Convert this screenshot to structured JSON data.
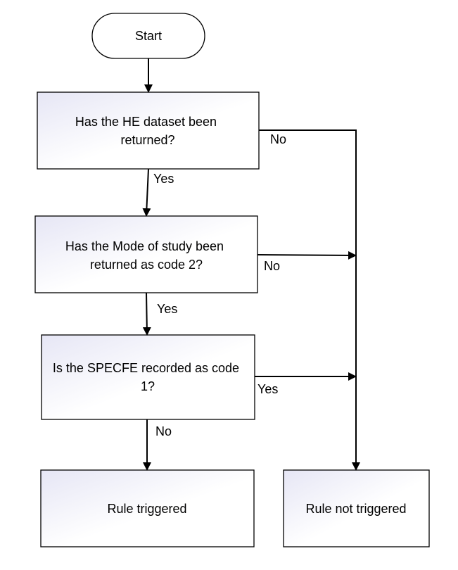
{
  "nodes": {
    "start": "Start",
    "q1": [
      "Has the HE dataset been",
      "returned?"
    ],
    "q2": [
      "Has the Mode of study been",
      "returned as code 2?"
    ],
    "q3": [
      "Is the SPECFE recorded as code",
      "1?"
    ],
    "triggered": "Rule triggered",
    "not_triggered": "Rule not triggered"
  },
  "edges": {
    "q1_yes": "Yes",
    "q1_no": "No",
    "q2_yes": "Yes",
    "q2_no": "No",
    "q3_no": "No",
    "q3_yes": "Yes"
  },
  "colors": {
    "box_gradient_start": "#e8e8f6",
    "box_gradient_end": "#ffffff",
    "stroke": "#000000"
  }
}
